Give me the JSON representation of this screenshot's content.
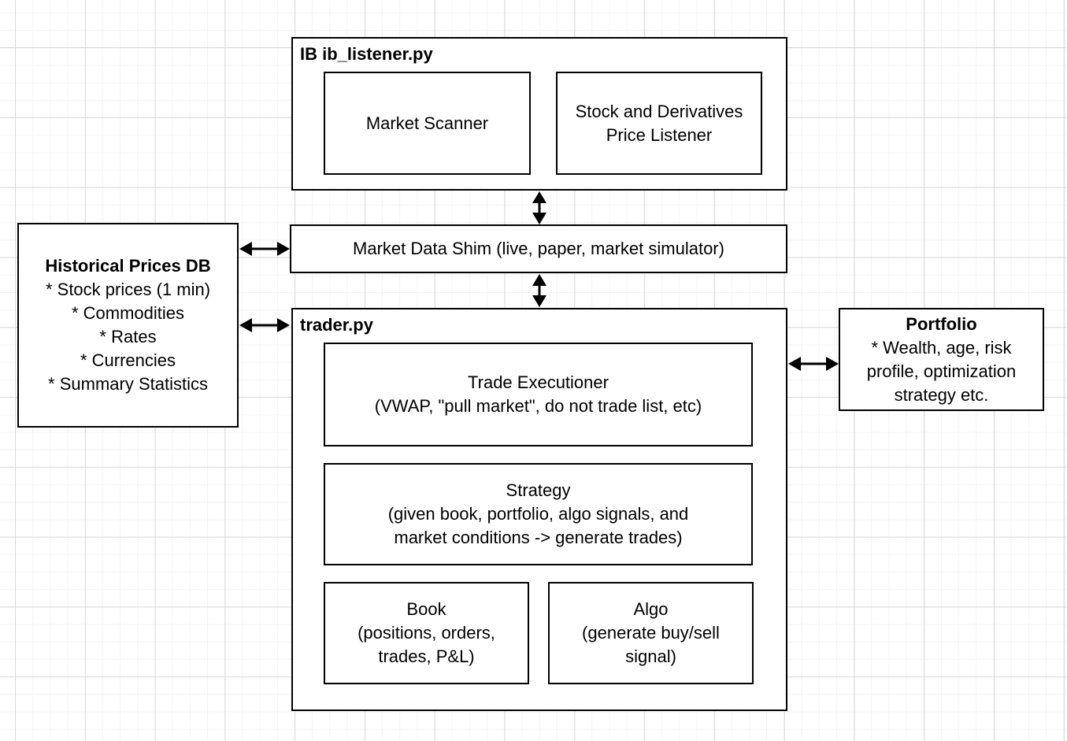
{
  "colors": {
    "stroke": "#000000",
    "shape_fill": "#ffffff",
    "grid_minor": "#f4f4f4",
    "grid_major": "#d9d9d9",
    "text": "#000000"
  },
  "shapes": {
    "ib_group": {
      "title": "IB ib_listener.py"
    },
    "market_scanner": {
      "label": "Market Scanner"
    },
    "price_listener": {
      "lines": [
        "Stock and Derivatives",
        "Price Listener"
      ]
    },
    "market_data_shim": {
      "label": "Market Data Shim (live, paper, market simulator)"
    },
    "historical_db": {
      "title": "Historical Prices DB",
      "lines": [
        "* Stock prices (1 min)",
        "* Commodities",
        "* Rates",
        "* Currencies",
        "* Summary Statistics"
      ]
    },
    "trader_group": {
      "title": "trader.py"
    },
    "trade_executioner": {
      "lines": [
        "Trade Executioner",
        "(VWAP, \"pull market\", do not trade list, etc)"
      ]
    },
    "strategy": {
      "lines": [
        "Strategy",
        "(given book, portfolio, algo signals, and",
        "market conditions -> generate trades)"
      ]
    },
    "book": {
      "lines": [
        "Book",
        "(positions, orders,",
        "trades, P&L)"
      ]
    },
    "algo": {
      "lines": [
        "Algo",
        "(generate buy/sell",
        "signal)"
      ]
    },
    "portfolio": {
      "title": "Portfolio",
      "lines": [
        "* Wealth, age, risk",
        "profile, optimization",
        "strategy etc."
      ]
    }
  },
  "connectors": [
    {
      "id": "ib-to-shim",
      "type": "double_arrow",
      "orientation": "vertical",
      "from": "ib_group",
      "to": "market_data_shim"
    },
    {
      "id": "shim-to-trader",
      "type": "double_arrow",
      "orientation": "vertical",
      "from": "market_data_shim",
      "to": "trader_group"
    },
    {
      "id": "histdb-to-shim",
      "type": "double_arrow",
      "orientation": "horizontal",
      "from": "historical_db",
      "to": "market_data_shim"
    },
    {
      "id": "histdb-to-trader",
      "type": "double_arrow",
      "orientation": "horizontal",
      "from": "historical_db",
      "to": "trader_group"
    },
    {
      "id": "trader-to-portfolio",
      "type": "double_arrow",
      "orientation": "horizontal",
      "from": "trader_group",
      "to": "portfolio"
    }
  ]
}
